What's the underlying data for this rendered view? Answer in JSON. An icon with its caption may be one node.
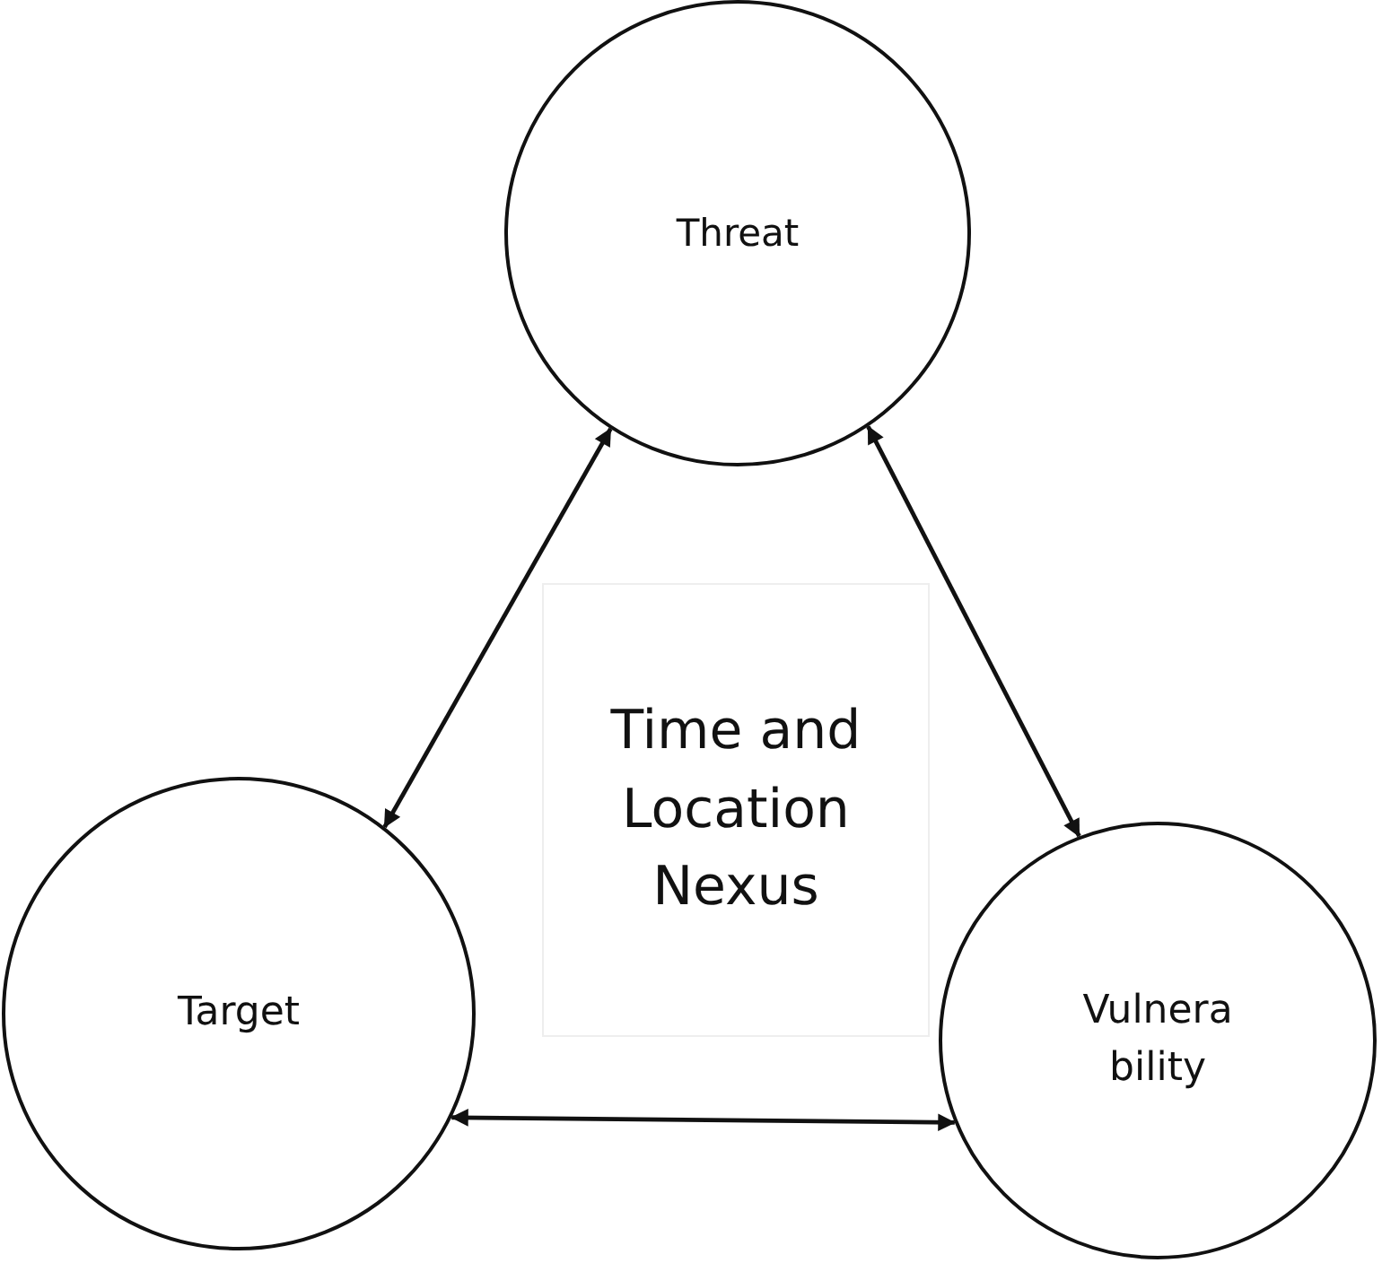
{
  "diagram": {
    "nodes": [
      {
        "text": [
          "Threat"
        ]
      },
      {
        "text": [
          "Time and Location Nexus"
        ]
      },
      {
        "text": [
          "Target"
        ]
      },
      {
        "text": [
          "Vulnera bility"
        ]
      }
    ],
    "edges": [
      {
        "from": 0,
        "to": 2,
        "arrow": "both"
      },
      {
        "from": 0,
        "to": 3,
        "arrow": "both"
      },
      {
        "from": 2,
        "to": 3,
        "arrow": "both"
      }
    ]
  }
}
